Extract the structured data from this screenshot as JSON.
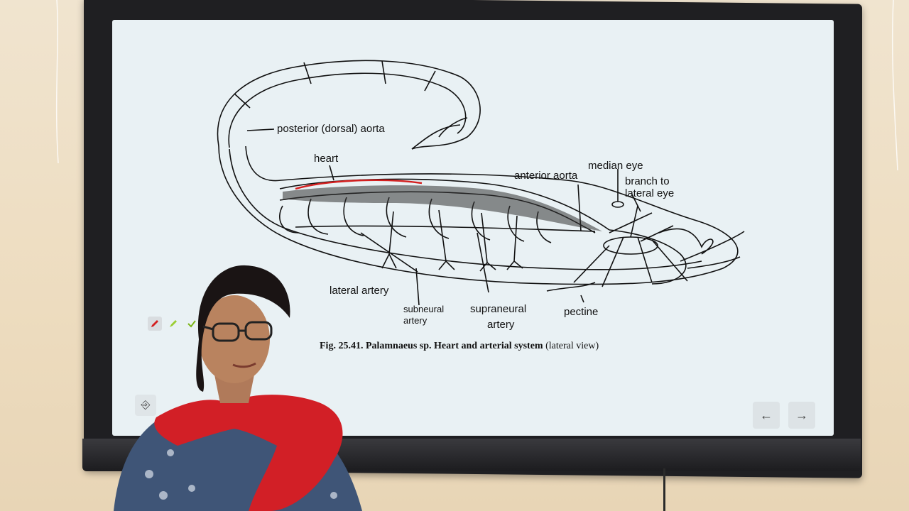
{
  "figure": {
    "caption_bold": "Fig. 25.41. Palamnaeus sp. Heart and arterial system",
    "caption_rest": " (lateral view)",
    "labels": {
      "posterior_aorta": "posterior (dorsal) aorta",
      "heart": "heart",
      "anterior_aorta": "anterior aorta",
      "median_eye": "median eye",
      "branch_line1": "branch to",
      "branch_line2": "lateral eye",
      "lateral_artery": "lateral artery",
      "subneural_line1": "subneural",
      "subneural_line2": "artery",
      "supraneural_line1": "supraneural",
      "supraneural_line2": "artery",
      "pectine": "pectine"
    }
  },
  "controls": {
    "prev_icon": "←",
    "next_icon": "→",
    "exit_icon": "⎆"
  },
  "colors": {
    "heart_line": "#d42020",
    "screen_bg": "#e9f1f4",
    "scarf": "#d21f26"
  }
}
